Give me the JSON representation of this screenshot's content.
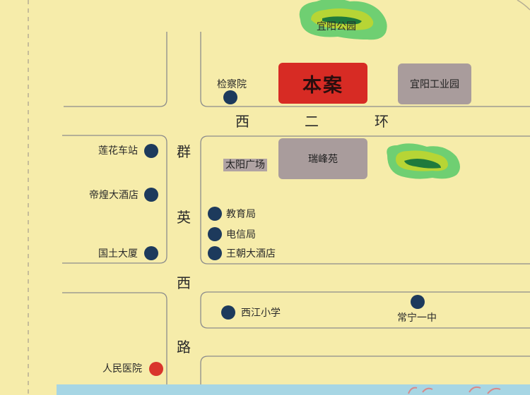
{
  "project": {
    "label": "本案",
    "color": "#d72b24"
  },
  "road_color": "#1d3a5c",
  "roads": {
    "west_second_ring": [
      "西",
      "二",
      "环"
    ],
    "qunying_west_road": [
      "群",
      "英",
      "西",
      "路"
    ]
  },
  "areas": {
    "yiyang_park": "宜阳公园",
    "yiyang_industrial_park": "宜阳工业园",
    "ruifeng_yuan": "瑞峰苑",
    "taiyang_plaza": "太阳广场"
  },
  "places": {
    "procuratorate": "检察院",
    "lianhua_station": "莲花车站",
    "dihuang_hotel": "帝煌大酒店",
    "guotu_building": "国土大厦",
    "education_bureau": "教育局",
    "telecom_bureau": "电信局",
    "wangchao_hotel": "王朝大酒店",
    "xijiang_school": "西江小学",
    "changning_school": "常宁一中",
    "peoples_hospital": "人民医院"
  }
}
